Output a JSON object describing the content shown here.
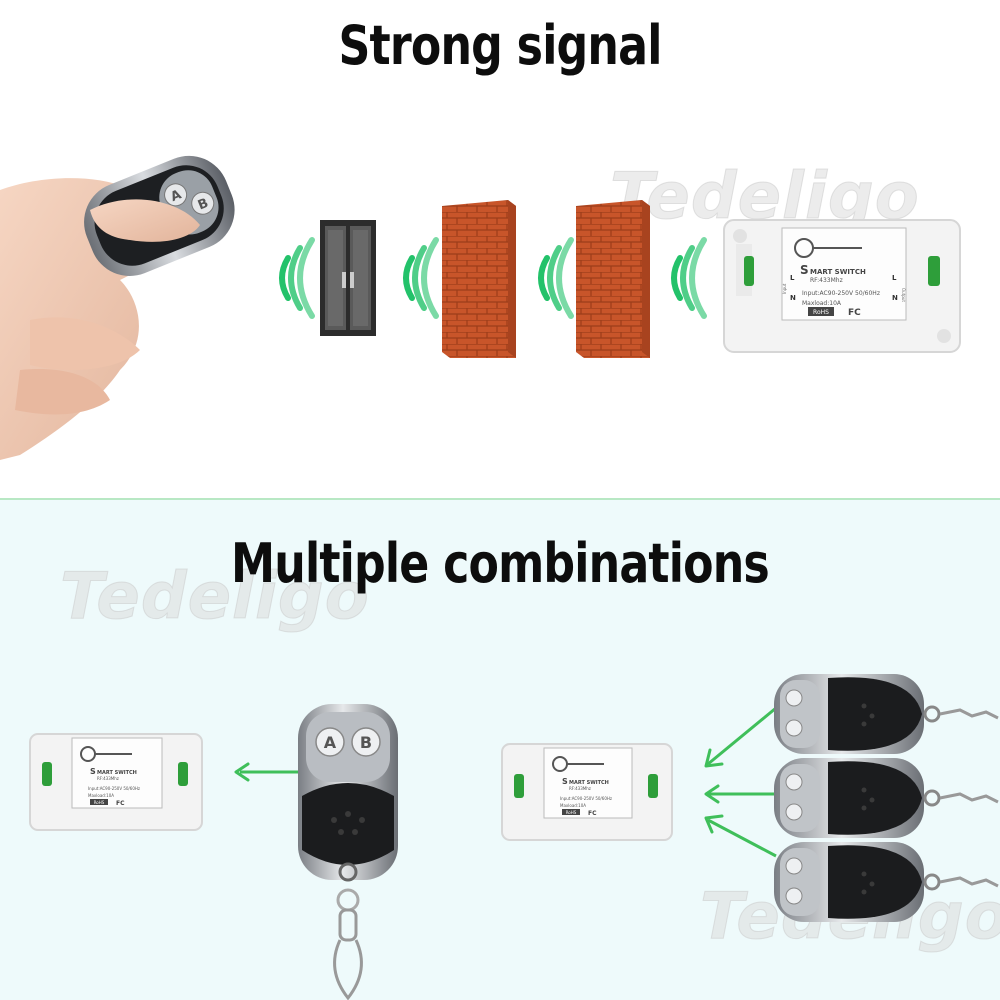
{
  "sections": {
    "top": {
      "title": "Strong signal"
    },
    "bottom": {
      "title": "Multiple combinations"
    }
  },
  "watermark": "Tedeligo",
  "switch_label": {
    "brand_initial": "S",
    "brand_rest": "MART SWITCH",
    "rf": "RF:433Mhz",
    "input": "Input:AC90-250V  50/60Hz",
    "maxload": "Maxload:10A",
    "rohs": "RoHS",
    "fc": "FC",
    "terminal_left": [
      "L",
      "N"
    ],
    "terminal_right": [
      "L",
      "N"
    ],
    "side_in": "Input",
    "side_out": "Output"
  },
  "remote_buttons": [
    "A",
    "B"
  ],
  "colors": {
    "signal": "#23c26a",
    "arrow": "#3fbf5a",
    "brick": "#c8552a",
    "terminal": "#2e9e3a"
  }
}
